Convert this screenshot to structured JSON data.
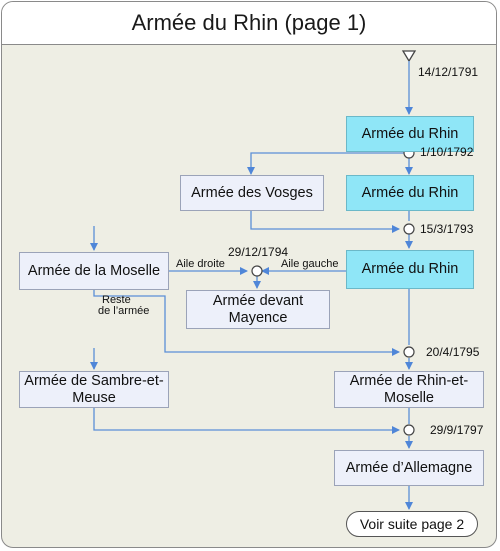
{
  "title": "Armée du Rhin (page 1)",
  "boxes": {
    "rhin1": "Armée du Rhin",
    "rhin2": "Armée du Rhin",
    "vosges": "Armée des Vosges",
    "rhin3": "Armée du Rhin",
    "moselle": "Armée de la Moselle",
    "mayence": "Armée devant Mayence",
    "rhin_moselle": "Armée de Rhin-et-Moselle",
    "sambre": "Armée de Sambre-et-Meuse",
    "allemagne": "Armée d’Allemagne"
  },
  "dates": {
    "d1": "14/12/1791",
    "d2": "1/10/1792",
    "d3": "15/3/1793",
    "d4": "29/12/1794",
    "d5": "20/4/1795",
    "d6": "29/9/1797"
  },
  "labels": {
    "aile_droite": "Aile droite",
    "aile_gauche": "Aile gauche",
    "reste1": "Reste",
    "reste2": "de l’armée"
  },
  "next_page": "Voir suite page 2",
  "colors": {
    "box_blue": "#8fe6f7",
    "box_pale": "#edf0fa",
    "line": "#5b8fd6",
    "background": "#eeeee4"
  }
}
